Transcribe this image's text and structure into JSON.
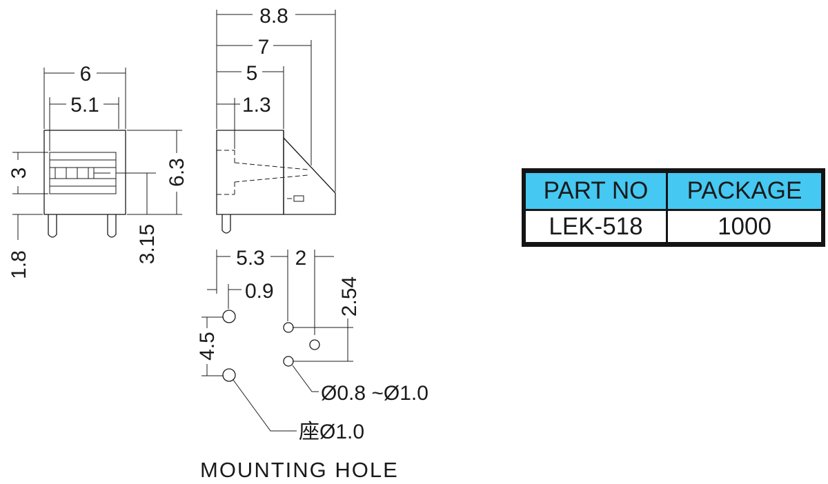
{
  "dimensions": {
    "front_width_outer": "6",
    "front_width_inner": "5.1",
    "front_opening_height": "3",
    "front_height": "6.3",
    "pin_length": "1.8",
    "pin_height_from_base": "3.15",
    "side_total_depth": "8.8",
    "side_depth_7": "7",
    "side_depth_5": "5",
    "side_depth_1_3": "1.3",
    "hole_offset_x": "5.3",
    "hole_spacing_x": "2",
    "hole_offset_small": "0.9",
    "hole_pitch_y": "2.54",
    "mount_spacing_y": "4.5",
    "hole_dia_range": "Ø0.8 ~Ø1.0",
    "mount_hole_dia": "座Ø1.0"
  },
  "caption": "MOUNTING HOLE",
  "table": {
    "headers": [
      "PART NO",
      "PACKAGE"
    ],
    "row": [
      "LEK-518",
      "1000"
    ]
  },
  "colors": {
    "header_bg": "#45c8f2",
    "line": "#1a1a1a",
    "border": "#141414"
  }
}
